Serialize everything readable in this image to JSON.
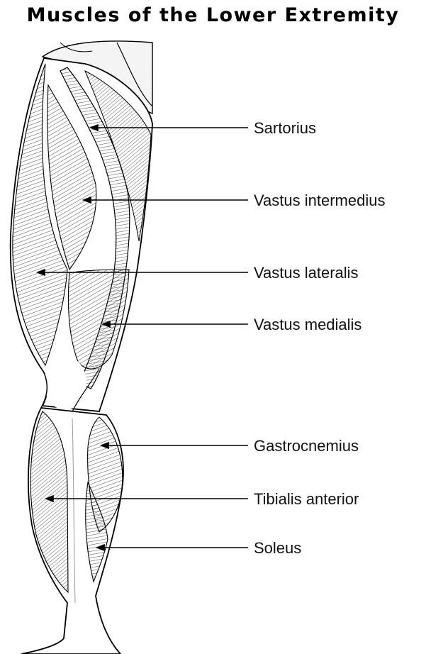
{
  "title": "Muscles of the Lower Extremity",
  "labels": [
    {
      "id": "sartorius",
      "text": "Sartorius"
    },
    {
      "id": "vastus-intermedius",
      "text": "Vastus intermedius"
    },
    {
      "id": "vastus-lateralis",
      "text": "Vastus lateralis"
    },
    {
      "id": "vastus-medialis",
      "text": "Vastus medialis"
    },
    {
      "id": "gastrocnemius",
      "text": "Gastrocnemius"
    },
    {
      "id": "tibialis-anterior",
      "text": "Tibialis anterior"
    },
    {
      "id": "soleus",
      "text": "Soleus"
    }
  ],
  "colors": {
    "line": "#000000",
    "hatch": "#333333",
    "shade": "#d9d9d9"
  }
}
